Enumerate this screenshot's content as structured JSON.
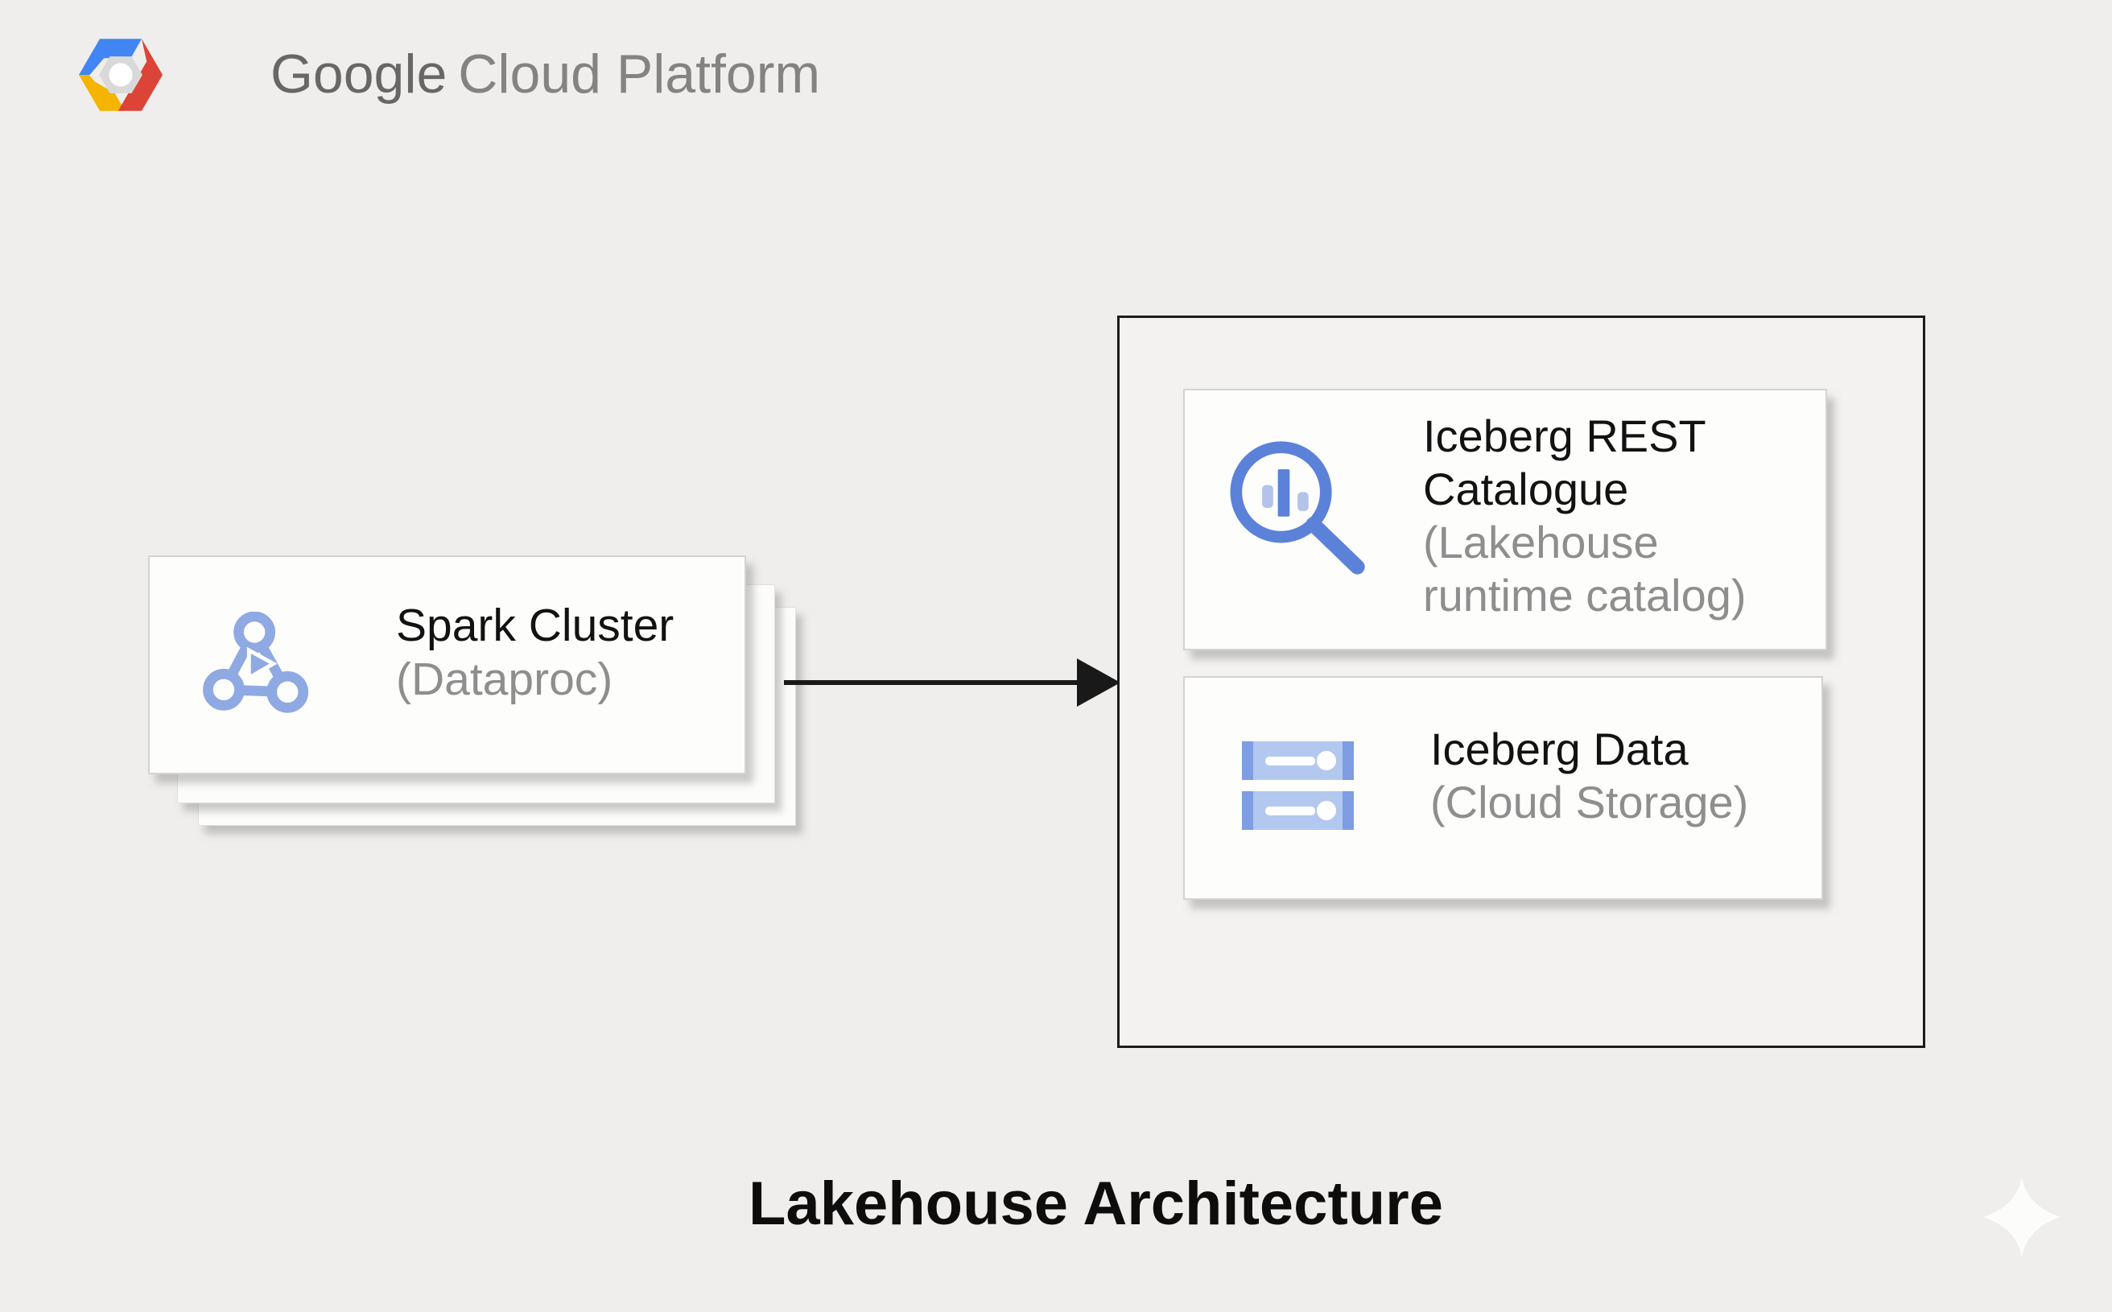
{
  "brand": {
    "name_primary": "Google",
    "name_secondary": "Cloud Platform"
  },
  "nodes": {
    "spark": {
      "title": "Spark Cluster",
      "subtitle": "(Dataproc)",
      "icon": "dataproc-icon"
    },
    "rest": {
      "title": "Iceberg REST Catalogue",
      "subtitle": "(Lakehouse runtime catalog)",
      "icon": "catalog-search-icon"
    },
    "storage": {
      "title": "Iceberg Data",
      "subtitle": "(Cloud Storage)",
      "icon": "cloud-storage-icon"
    }
  },
  "caption": "Lakehouse Architecture",
  "colors": {
    "background": "#efeeec",
    "box_background": "#fdfdfc",
    "box_border": "#d5d3d1",
    "container_border": "#1c1c1c",
    "text_primary": "#121212",
    "text_secondary": "#8e8e8e",
    "arrow": "#191919",
    "icon_blue": "#5b82d8",
    "icon_light_blue": "#b3c8ef",
    "dataproc_blue": "#8fa9e2",
    "logo_blue": "#4285f4",
    "logo_red": "#db4437",
    "logo_yellow": "#f4b400"
  }
}
